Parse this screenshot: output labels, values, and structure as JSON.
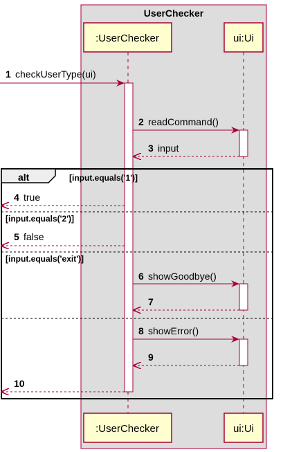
{
  "box": {
    "title": "UserChecker"
  },
  "participants": {
    "user_checker": ":UserChecker",
    "ui": "ui:Ui"
  },
  "fragment": {
    "operator": "alt",
    "guards": [
      "[input.equals('1')]",
      "[input.equals('2')]",
      "[input.equals('exit')]"
    ]
  },
  "messages": [
    {
      "num": "1",
      "label": "checkUserType(ui)"
    },
    {
      "num": "2",
      "label": "readCommand()"
    },
    {
      "num": "3",
      "label": "input"
    },
    {
      "num": "4",
      "label": "true"
    },
    {
      "num": "5",
      "label": "false"
    },
    {
      "num": "6",
      "label": "showGoodbye()"
    },
    {
      "num": "7",
      "label": ""
    },
    {
      "num": "8",
      "label": "showError()"
    },
    {
      "num": "9",
      "label": ""
    },
    {
      "num": "10",
      "label": ""
    }
  ],
  "colors": {
    "box_fill": "#dddddd",
    "participant_fill": "#fefece",
    "arrow": "#a80036",
    "activation_fill": "#ffffff"
  }
}
